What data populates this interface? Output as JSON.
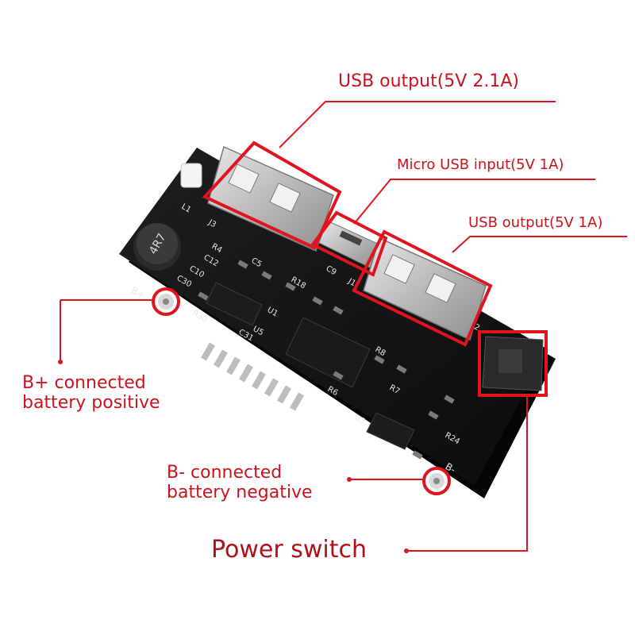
{
  "callouts": {
    "usb_output_2a": "USB output(5V 2.1A)",
    "micro_usb_input": "Micro USB input(5V 1A)",
    "usb_output_1a": "USB output(5V 1A)",
    "b_plus_line1": "B+ connected",
    "b_plus_line2": "battery positive",
    "b_minus_line1": "B- connected",
    "b_minus_line2": "battery negative",
    "power_switch": "Power switch"
  },
  "board_marks": {
    "b_plus": "B+",
    "b_minus": "B-",
    "inductor": "4R7",
    "j3": "J3",
    "j1": "J1",
    "j2": "J2",
    "l1": "L1",
    "u1": "U1",
    "u3": "U3",
    "u5": "U5",
    "c5": "C5",
    "c9": "C9",
    "c10": "C10",
    "c12": "C12",
    "c30": "C30",
    "c31": "C31",
    "r4": "R4",
    "r6": "R6",
    "r7": "R7",
    "r8": "R8",
    "r18": "R18",
    "r24": "R24",
    "r30": "R30"
  },
  "colors": {
    "accent": "#e0141e",
    "board": "#121212",
    "silkscreen": "#e6e6e6",
    "metal": "#c9c9c9"
  }
}
